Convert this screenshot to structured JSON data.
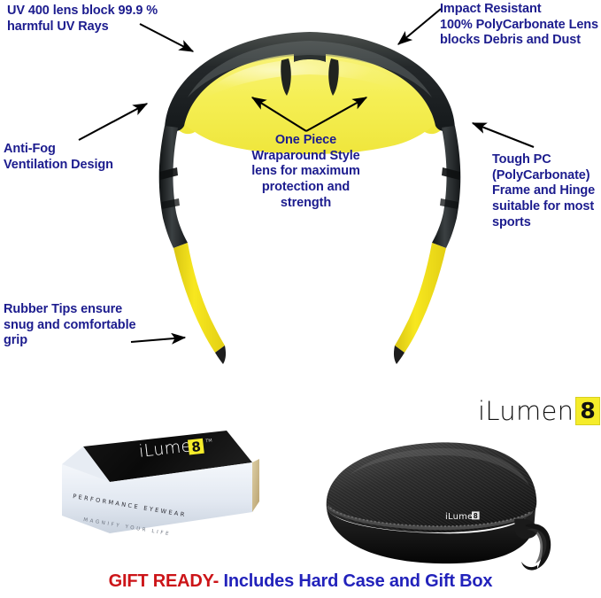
{
  "page": {
    "background_color": "#ffffff",
    "text_color": "#1c1c8e"
  },
  "callouts": [
    {
      "id": "uv",
      "name": "callout-uv-protection",
      "text": "UV 400 lens block 99.9 %\nharmful UV Rays",
      "align": "left"
    },
    {
      "id": "impact",
      "name": "callout-impact-resistant",
      "text": "Impact Resistant\n100% PolyCarbonate Lens\nblocks Debris and Dust",
      "align": "left"
    },
    {
      "id": "antifog",
      "name": "callout-anti-fog",
      "text": "Anti-Fog\nVentilation Design",
      "align": "left"
    },
    {
      "id": "onepiece",
      "name": "callout-one-piece-lens",
      "text": "One Piece\nWraparound Style\nlens for maximum\nprotection and\nstrength",
      "align": "center"
    },
    {
      "id": "toughpc",
      "name": "callout-tough-frame",
      "text": "Tough PC\n(PolyCarbonate)\nFrame and Hinge\nsuitable for most\nsports",
      "align": "left"
    },
    {
      "id": "rubber",
      "name": "callout-rubber-tips",
      "text": "Rubber Tips ensure\nsnug and comfortable\ngrip",
      "align": "left"
    }
  ],
  "brand": {
    "word": "iLumen",
    "eight": "8",
    "word_color": "#111111",
    "eight_background": "#f5ec2a"
  },
  "product_colors": {
    "lens_yellow": "#f5ef55",
    "frame_black": "#262626",
    "temple_yellow": "#f2e02a",
    "tip_black": "#1d1d1d"
  },
  "gift_box": {
    "top_logo_word": "iLumen",
    "top_logo_eight": "8",
    "trademark": "TM",
    "side_line_1": "PERFORMANCE EYEWEAR",
    "side_line_2": "MAGNIFY YOUR LIFE",
    "top_panel_color": "#0d0d0d",
    "side_panel_color": "#e8ecf3",
    "end_panel_color": "#cdb98a"
  },
  "hard_case": {
    "logo_word": "iLumen",
    "logo_eight": "8",
    "body_color": "#1a1a1a",
    "zipper_color": "#4a4a4a"
  },
  "banner": {
    "red_text": "GIFT READY-",
    "blue_text": " Includes Hard Case and Gift Box",
    "red_color": "#cc1418",
    "blue_color": "#2222bb"
  }
}
